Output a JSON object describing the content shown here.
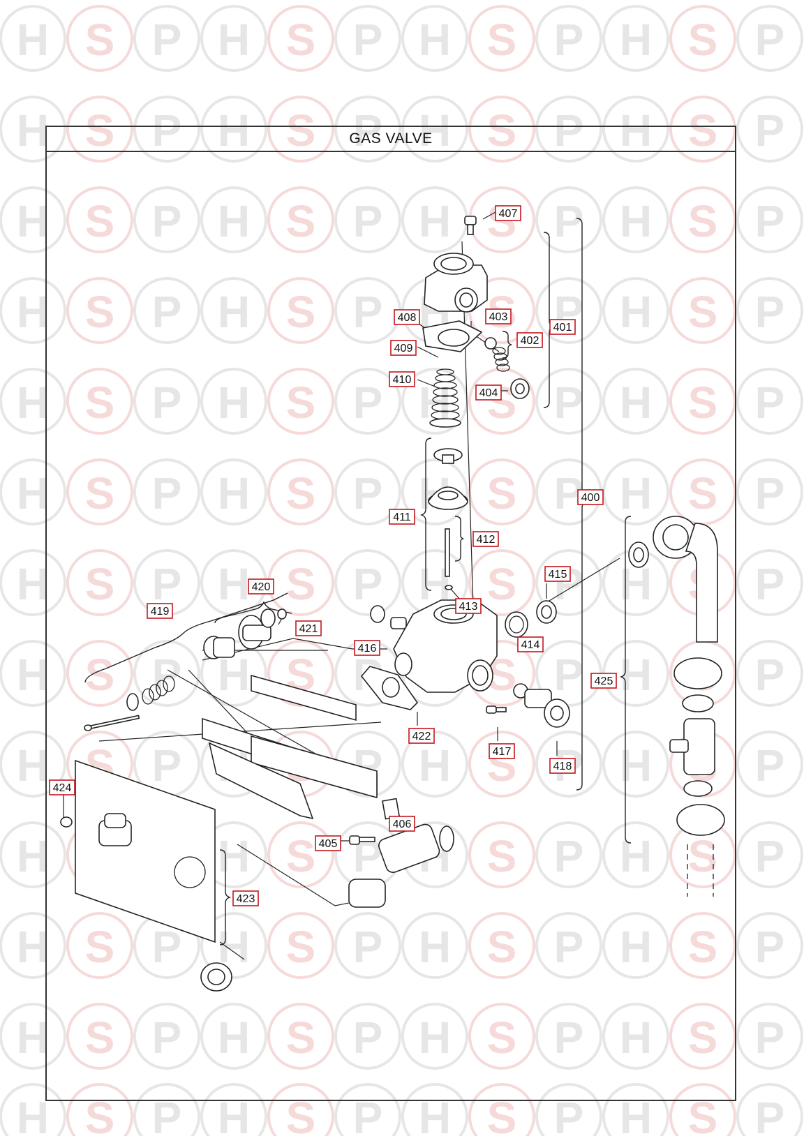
{
  "title": "GAS VALVE",
  "watermark": {
    "letters": [
      "H",
      "S",
      "P"
    ],
    "color_h": "#e6e6e6",
    "color_s": "#f6dada",
    "color_p": "#e6e6e6"
  },
  "colors": {
    "callout_border": "#c4161c",
    "frame": "#333333"
  },
  "callouts": [
    "400",
    "401",
    "402",
    "403",
    "404",
    "405",
    "406",
    "407",
    "408",
    "409",
    "410",
    "411",
    "412",
    "413",
    "414",
    "415",
    "416",
    "417",
    "418",
    "419",
    "420",
    "421",
    "422",
    "423",
    "424",
    "425"
  ]
}
